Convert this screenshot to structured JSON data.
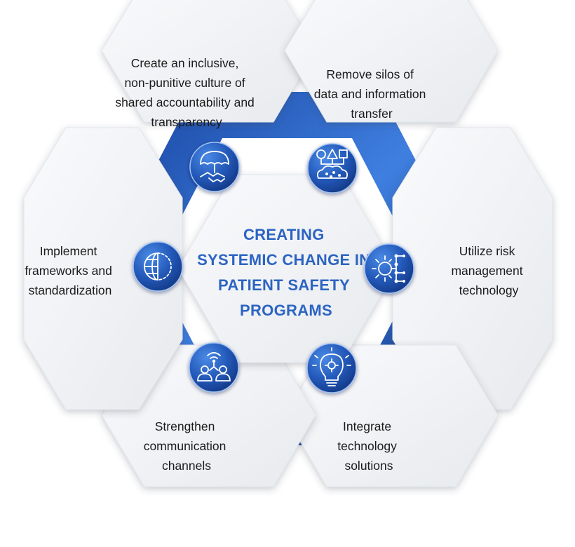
{
  "center_title_lines": [
    "CREATING",
    "SYSTEMIC CHANGE IN",
    "PATIENT SAFETY",
    "PROGRAMS"
  ],
  "nodes": [
    {
      "id": "culture",
      "lines": [
        "Create an inclusive,",
        "non-punitive culture of",
        "shared accountability and",
        "transparency"
      ],
      "icon": "umbrella-handshake-icon"
    },
    {
      "id": "silos",
      "lines": [
        "Remove silos of",
        "data and information",
        "transfer"
      ],
      "icon": "shapes-cloud-network-icon"
    },
    {
      "id": "risk",
      "lines": [
        "Utilize risk",
        "management",
        "technology"
      ],
      "icon": "gear-network-icon"
    },
    {
      "id": "integrate",
      "lines": [
        "Integrate",
        "technology",
        "solutions"
      ],
      "icon": "lightbulb-gear-icon"
    },
    {
      "id": "communication",
      "lines": [
        "Strengthen",
        "communication",
        "channels"
      ],
      "icon": "people-wifi-icon"
    },
    {
      "id": "frameworks",
      "lines": [
        "Implement",
        "frameworks and",
        "standardization"
      ],
      "icon": "half-globe-icon"
    }
  ],
  "colors": {
    "accent": "#2c64c2",
    "ring_dark": "#13388a",
    "ring_light": "#3e7ee0",
    "hex_face": "#f4f5f7"
  }
}
